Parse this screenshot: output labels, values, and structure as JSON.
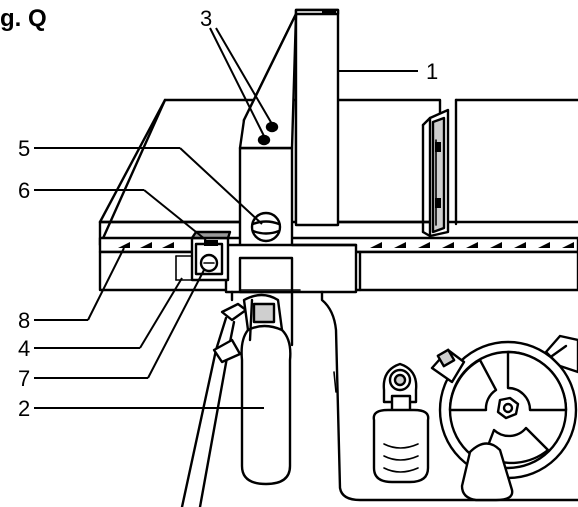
{
  "figure": {
    "title": "g. Q",
    "callouts": [
      {
        "id": "1",
        "label": "1"
      },
      {
        "id": "2",
        "label": "2"
      },
      {
        "id": "3",
        "label": "3"
      },
      {
        "id": "4",
        "label": "4"
      },
      {
        "id": "5",
        "label": "5"
      },
      {
        "id": "6",
        "label": "6"
      },
      {
        "id": "7",
        "label": "7"
      },
      {
        "id": "8",
        "label": "8"
      }
    ]
  }
}
